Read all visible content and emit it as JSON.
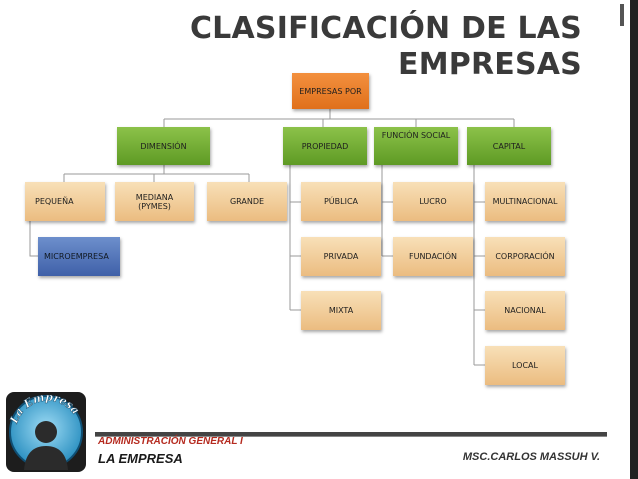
{
  "title": {
    "line1": "CLASIFICACIÓN DE LAS",
    "line2": "EMPRESAS"
  },
  "root": "EMPRESAS POR",
  "categories": {
    "dimension": "DIMENSIÓN",
    "propiedad": "PROPIEDAD",
    "funcion_social": "FUNCIÓN SOCIAL",
    "capital": "CAPITAL"
  },
  "dimension_items": {
    "pequena": "PEQUEÑA",
    "mediana_l1": "MEDIANA",
    "mediana_l2": "(PYMES)",
    "grande": "GRANDE",
    "microempresa": "MICROEMPRESA"
  },
  "propiedad_items": [
    "PÚBLICA",
    "PRIVADA",
    "MIXTA"
  ],
  "funcion_social_items": [
    "LUCRO",
    "FUNDACIÓN"
  ],
  "capital_items": [
    "MULTINACIONAL",
    "CORPORACIÓN",
    "NACIONAL",
    "LOCAL"
  ],
  "logo": {
    "text": "La Empresa"
  },
  "footer": {
    "course": "ADMINISTRACIÓN GENERAL I",
    "topic": "LA EMPRESA",
    "author": "MSC.CARLOS MASSUH V."
  },
  "colors": {
    "root": "#e8782a",
    "category": "#72aa34",
    "item": "#f3cf9c",
    "sub_item": "#4f6fb5",
    "course_text": "#b52a1f"
  }
}
